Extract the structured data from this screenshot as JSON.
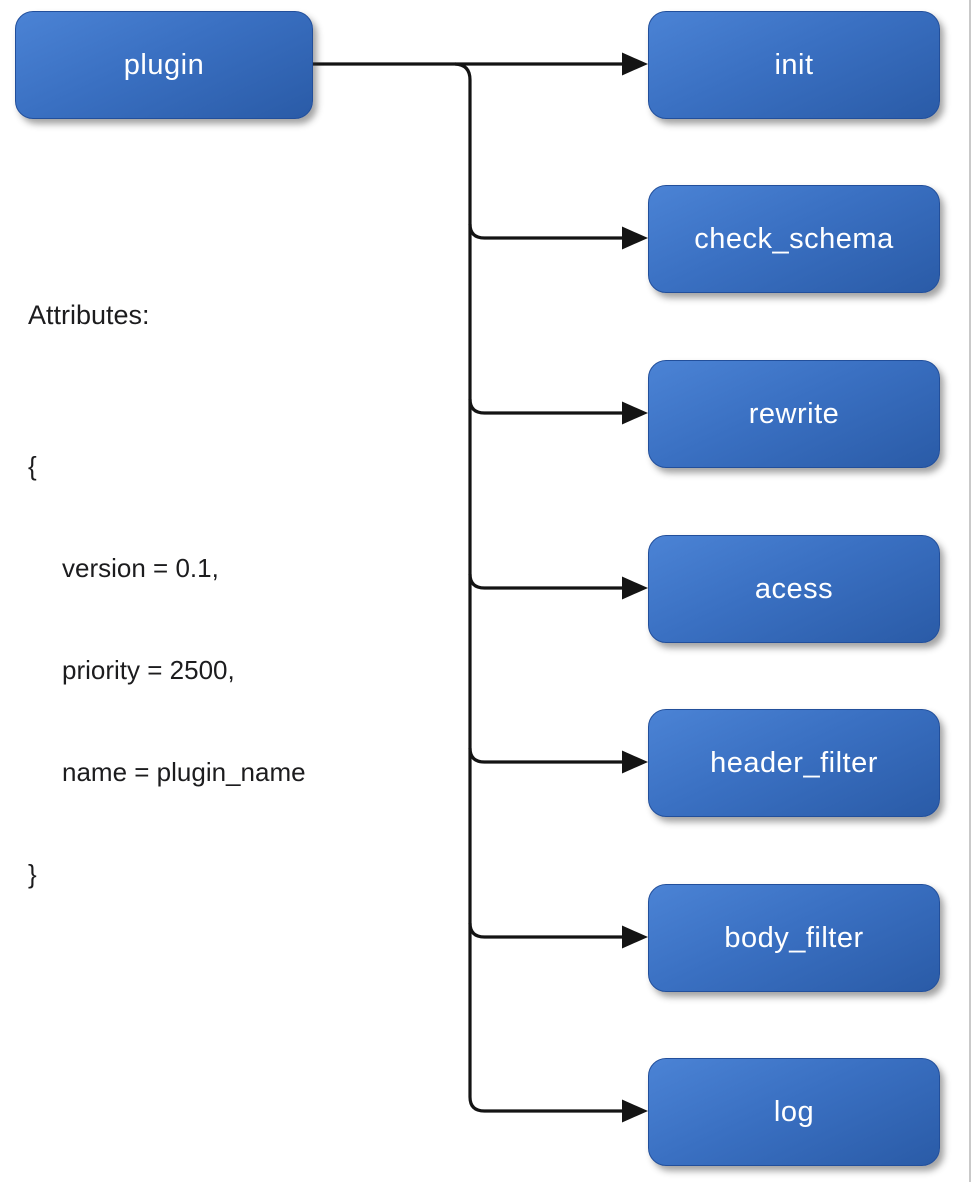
{
  "diagram": {
    "root": {
      "label": "plugin"
    },
    "phases": [
      {
        "label": "init"
      },
      {
        "label": "check_schema"
      },
      {
        "label": "rewrite"
      },
      {
        "label": "acess"
      },
      {
        "label": "header_filter"
      },
      {
        "label": "body_filter"
      },
      {
        "label": "log"
      }
    ],
    "attributes": {
      "heading": "Attributes:",
      "lines": [
        "{",
        "version = 0.1,",
        "priority = 2500,",
        "name = plugin_name",
        "}"
      ]
    },
    "colors": {
      "node_fill_top": "#4b83d5",
      "node_fill_bottom": "#2a5ba7",
      "node_border": "#224f9b",
      "node_text": "#ffffff",
      "connector": "#141414",
      "body_text": "#1c1c1e",
      "page_edge_line": "#c9c9c9",
      "background": "#ffffff"
    }
  }
}
